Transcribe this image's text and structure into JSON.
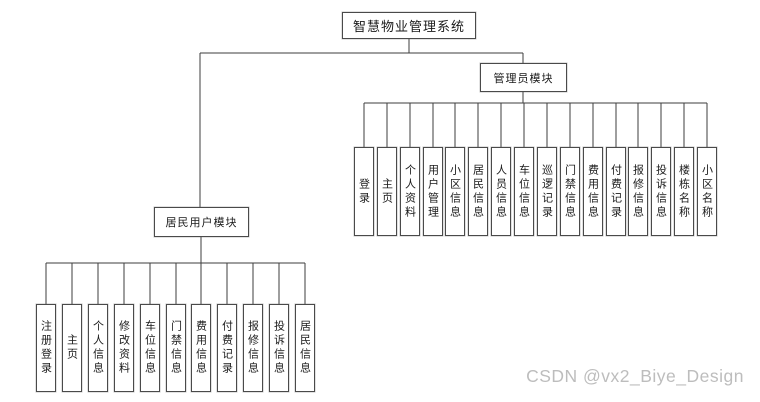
{
  "diagram": {
    "title": "智慧物业管理系统",
    "modules": {
      "admin": {
        "name": "管理员模块",
        "children": [
          "登录",
          "主页",
          "个人资料",
          "用户管理",
          "小区信息",
          "居民信息",
          "人员信息",
          "车位信息",
          "巡逻记录",
          "门禁信息",
          "费用信息",
          "付费记录",
          "报修信息",
          "投诉信息",
          "楼栋名称",
          "小区名称"
        ]
      },
      "resident": {
        "name": "居民用户模块",
        "children": [
          "注册登录",
          "主页",
          "个人信息",
          "修改资料",
          "车位信息",
          "门禁信息",
          "费用信息",
          "付费记录",
          "报修信息",
          "投诉信息",
          "居民信息"
        ]
      }
    },
    "colors": {
      "background": "#ffffff",
      "box_fill": "#ffffff",
      "box_border": "#4a4a4a",
      "connector_line": "#3d3d3d",
      "text": "#1a1a1a",
      "watermark": "#bdbdbd"
    }
  },
  "watermark": {
    "text": "CSDN @vx2_Biye_Design"
  }
}
